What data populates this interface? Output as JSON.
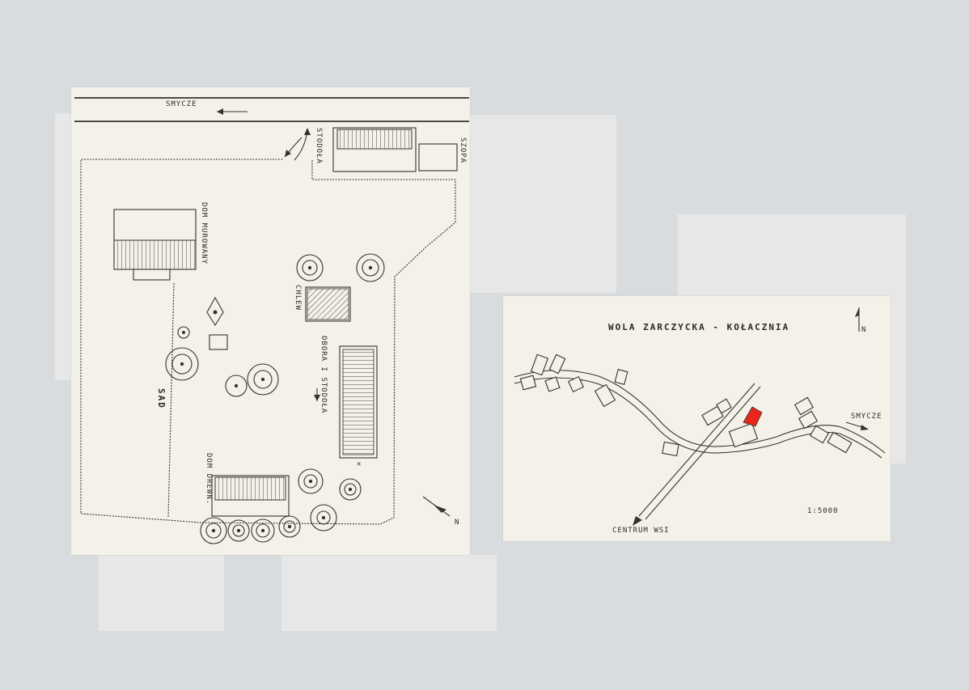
{
  "plan": {
    "road_label": "SMYCZE",
    "labels": {
      "stodola": "STODOŁA",
      "szopa": "SZOPA",
      "dom_murowany": "DOM MUROWANY",
      "chlew": "CHLEW",
      "obora_stodola": "OBORA I STODOŁA",
      "sad": "SAD",
      "dom_drewn": "DOM DREWN.",
      "north": "N"
    }
  },
  "location": {
    "title": "WOLA ZARCZYCKA - KOŁACZNIA",
    "north": "N",
    "smycze": "SMYCZE",
    "centrum": "CENTRUM WSI",
    "scale": "1:5000",
    "highlight_color": "#e8261c"
  },
  "colors": {
    "paper": "#f3f1e8",
    "board": "#d9dcdf",
    "ink": "#333333"
  }
}
